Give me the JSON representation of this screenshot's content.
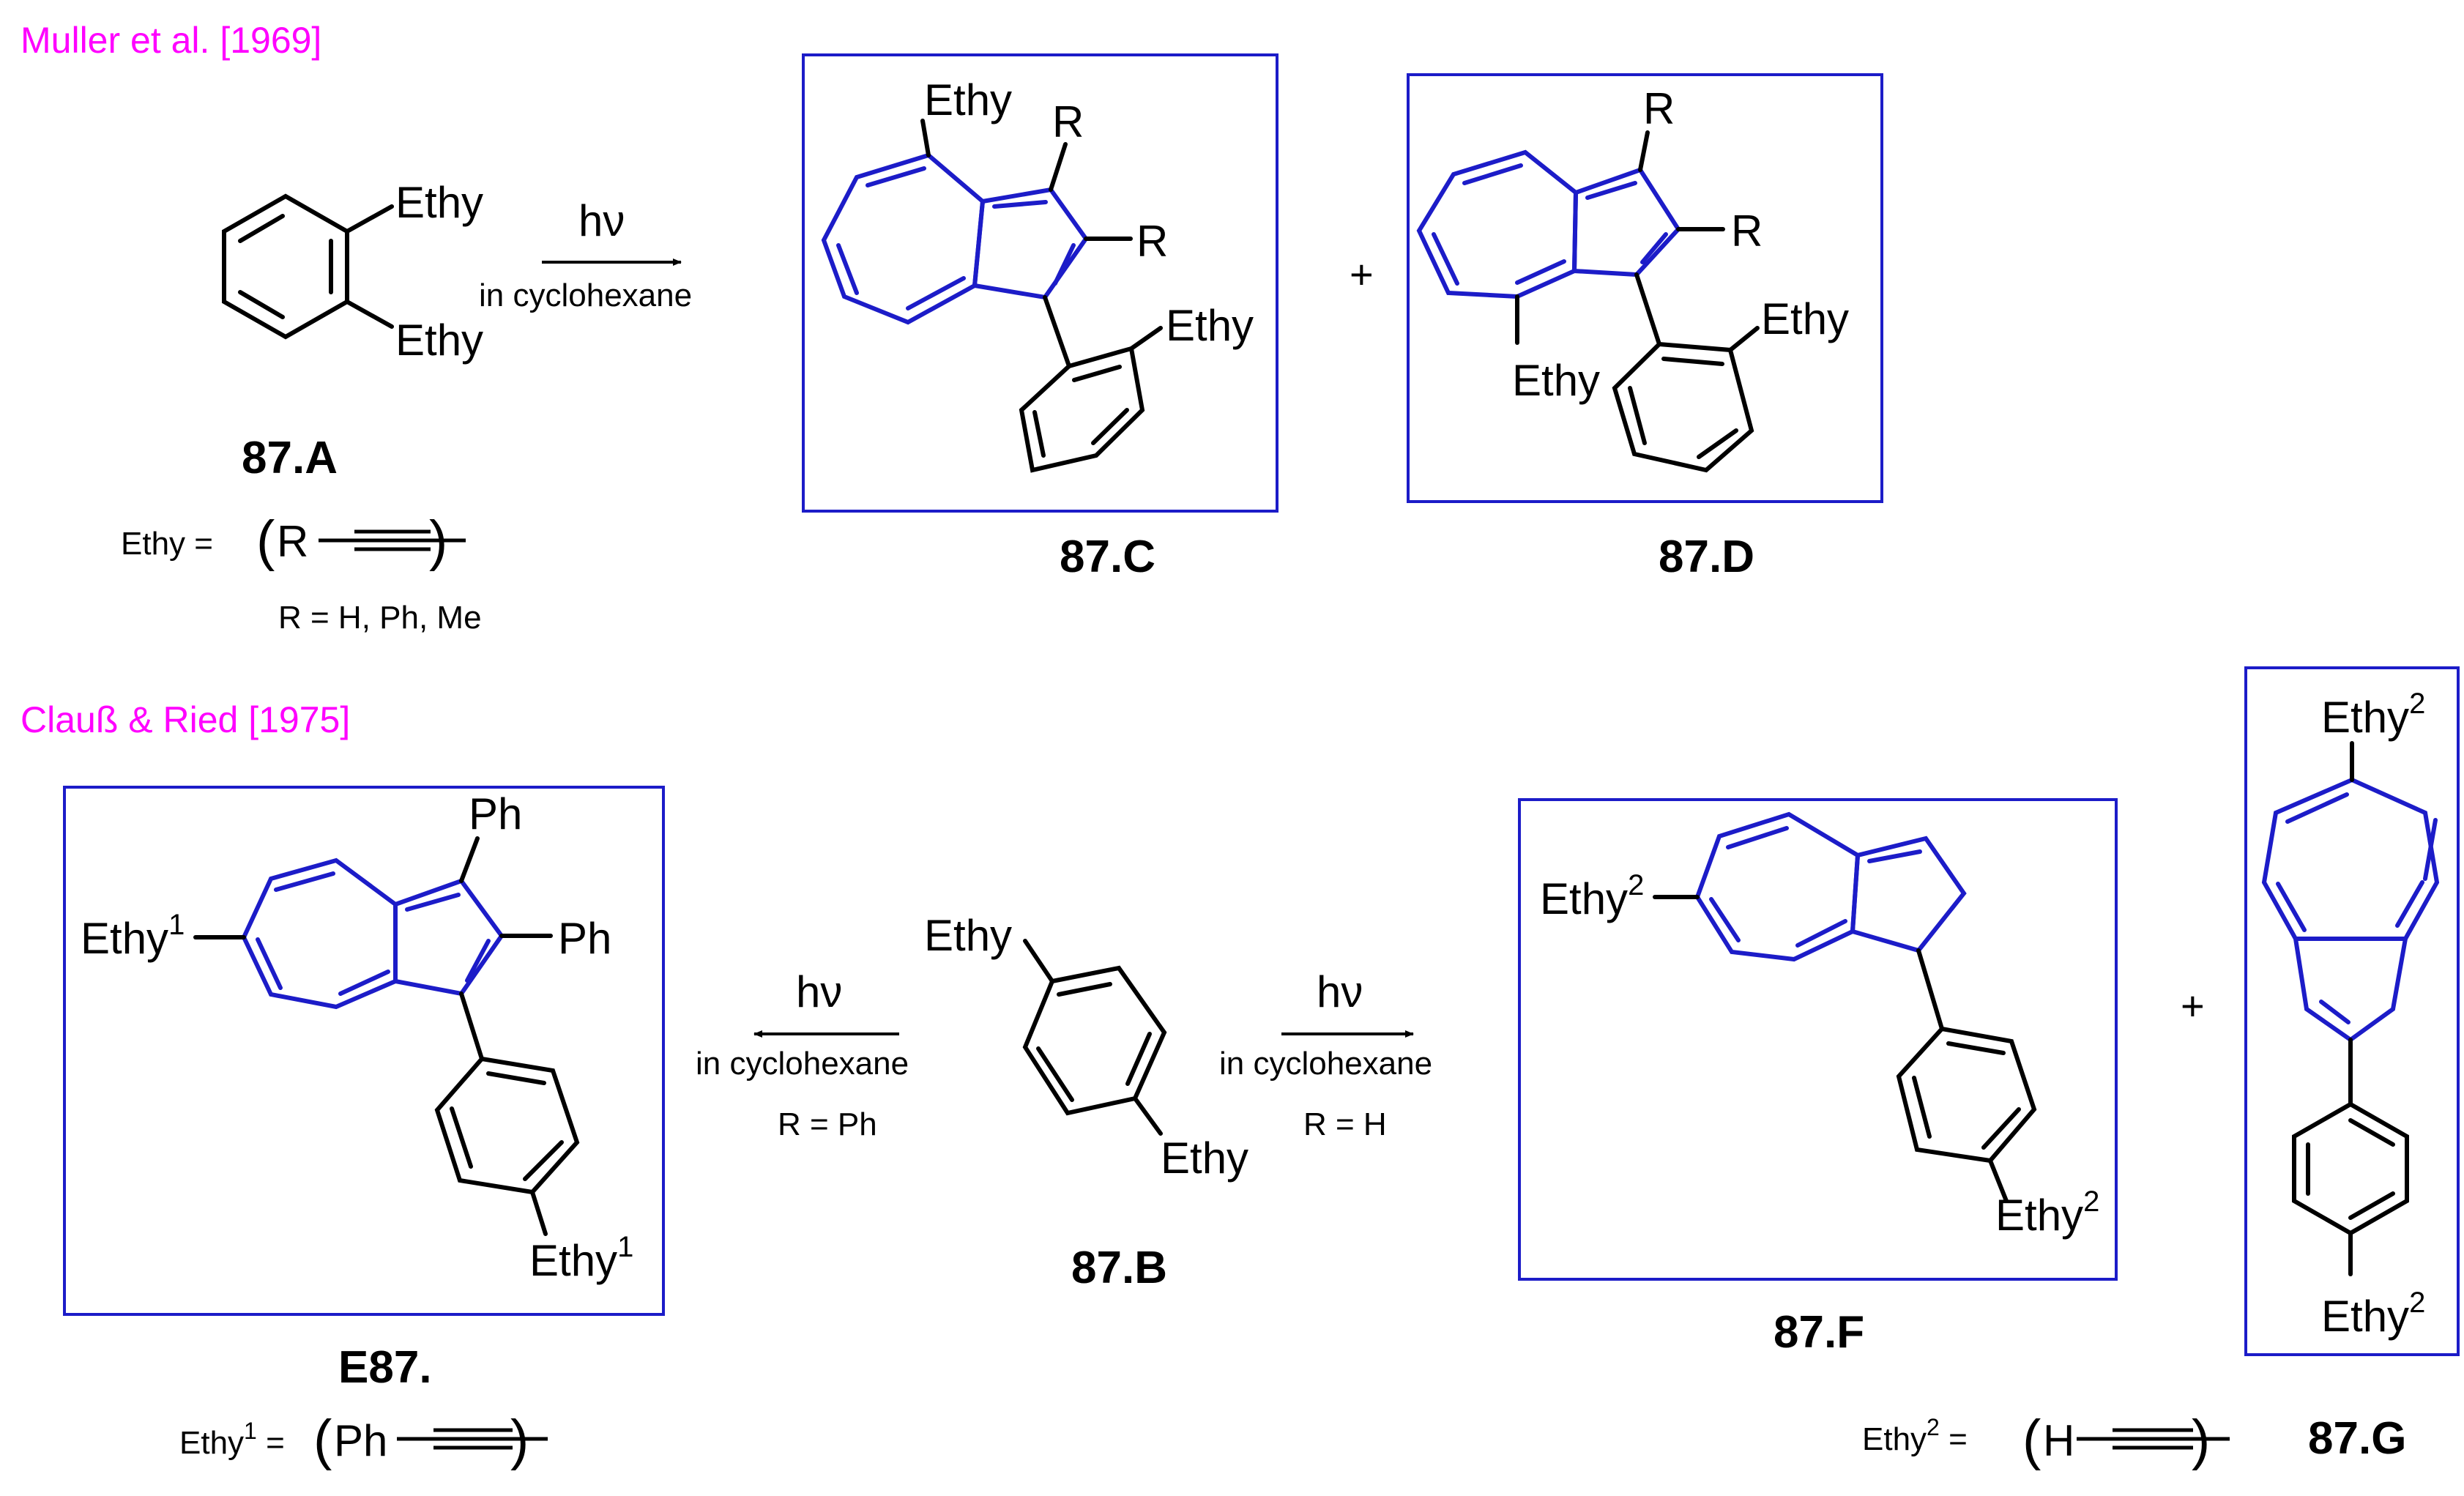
{
  "colors": {
    "reference": "#ff00ff",
    "highlight": "#1c1cc8",
    "ink": "#000000"
  },
  "top": {
    "reference": "Muller et al. [1969]",
    "reactant_label": "87.A",
    "arrow_top": "hν",
    "arrow_bottom": "in cyclohexane",
    "product_c_label": "87.C",
    "product_d_label": "87.D",
    "plus": "+",
    "substituent_ethy": "Ethy",
    "substituent_r": "R",
    "ethy_definition_prefix": "Ethy =",
    "ethy_group_r": "R",
    "r_definition": "R = H, Ph, Me"
  },
  "bottom": {
    "reference": "Clauß & Ried [1975]",
    "reactant_label": "87.B",
    "left_arrow_top": "hν",
    "left_arrow_mid": "in cyclohexane",
    "left_arrow_bottom": "R = Ph",
    "right_arrow_top": "hν",
    "right_arrow_mid": "in cyclohexane",
    "right_arrow_bottom": "R = H",
    "product_e_label": "E87.",
    "product_f_label": "87.F",
    "product_g_label": "87.G",
    "plus": "+",
    "substituent_ph": "Ph",
    "ethy1_base": "Ethy",
    "ethy1_sup": "1",
    "ethy2_base": "Ethy",
    "ethy2_sup": "2",
    "ethy1_def_base": "Ethy",
    "ethy1_def_sup": "1",
    "ethy1_def_eq": "=",
    "ethy1_def_group": "Ph",
    "ethy2_def_base": "Ethy",
    "ethy2_def_sup": "2",
    "ethy2_def_eq": "=",
    "ethy2_def_group": "H"
  }
}
